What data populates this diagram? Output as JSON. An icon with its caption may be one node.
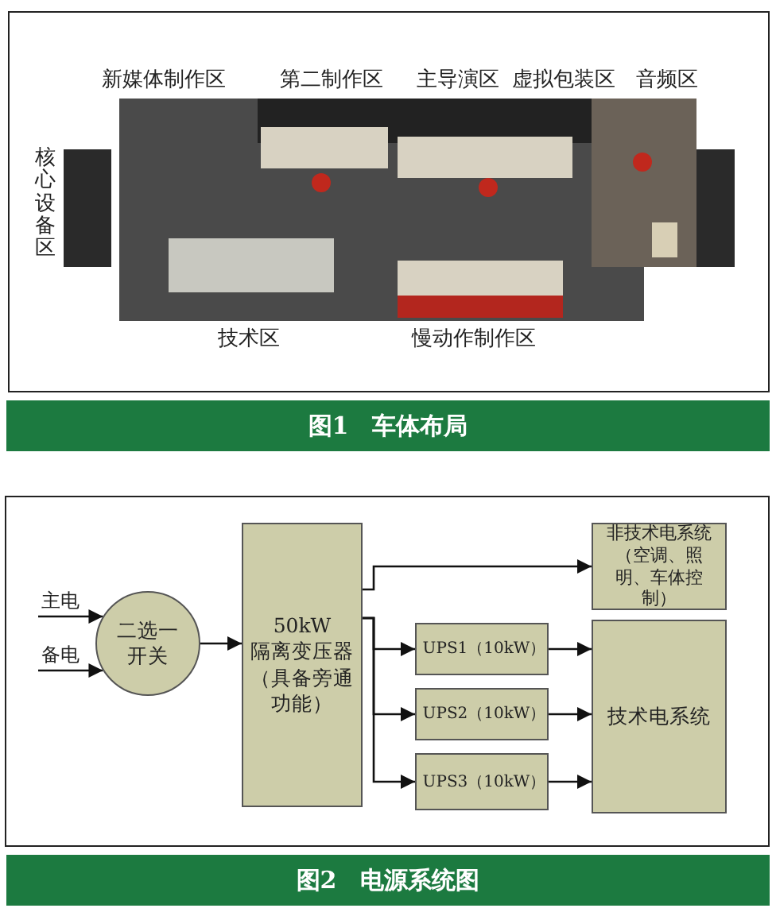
{
  "diagram": {
    "nodes": [
      {
        "text": [
          "二选一开关"
        ]
      },
      {
        "text": [
          "50kW",
          "隔离变压器（具备旁通功能）"
        ]
      },
      {
        "text": [
          "非技术电系统（空调、照明、车体控制）"
        ]
      },
      {
        "text": [
          "UPS1（10kW）"
        ]
      },
      {
        "text": [
          "UPS2（10kW）"
        ]
      },
      {
        "text": [
          "UPS3（10kW）"
        ]
      },
      {
        "text": [
          "技术电系统"
        ]
      }
    ],
    "edges": [
      {
        "from": null,
        "to": 0,
        "arrow": "to",
        "label": "主电"
      },
      {
        "from": null,
        "to": 0,
        "arrow": "to",
        "label": "备电"
      },
      {
        "from": 0,
        "to": 1,
        "arrow": "to"
      },
      {
        "from": 1,
        "to": 2,
        "arrow": "to"
      },
      {
        "from": 1,
        "to": 3,
        "arrow": "to"
      },
      {
        "from": 1,
        "to": 4,
        "arrow": "to"
      },
      {
        "from": 1,
        "to": 5,
        "arrow": "to"
      },
      {
        "from": 3,
        "to": 6,
        "arrow": "to"
      },
      {
        "from": 4,
        "to": 6,
        "arrow": "to"
      },
      {
        "from": 5,
        "to": 6,
        "arrow": "to"
      }
    ],
    "labels": [
      "新媒体制作区",
      "第二制作区",
      "主导演区",
      "虚拟包装区",
      "音频区",
      "核心设备区",
      "技术区",
      "慢动作制作区",
      "图1　车体布局",
      "图2　电源系统图"
    ]
  }
}
